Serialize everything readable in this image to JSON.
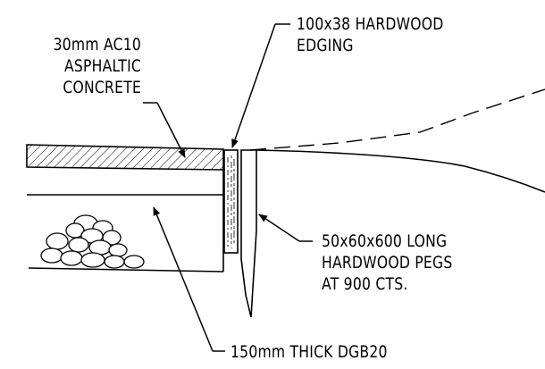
{
  "labels": {
    "asphalt": {
      "line1": "30mm AC10",
      "line2": "ASPHALTIC",
      "line3": "CONCRETE"
    },
    "edging": {
      "line1": "100x38 HARDWOOD",
      "line2": "EDGING"
    },
    "pegs": {
      "line1": "50x60x600 LONG",
      "line2": "HARDWOOD PEGS",
      "line3": "AT 900 CTS."
    },
    "base": {
      "line1": "150mm THICK DGB20"
    }
  },
  "colors": {
    "line": "#000000",
    "background": "#ffffff"
  }
}
